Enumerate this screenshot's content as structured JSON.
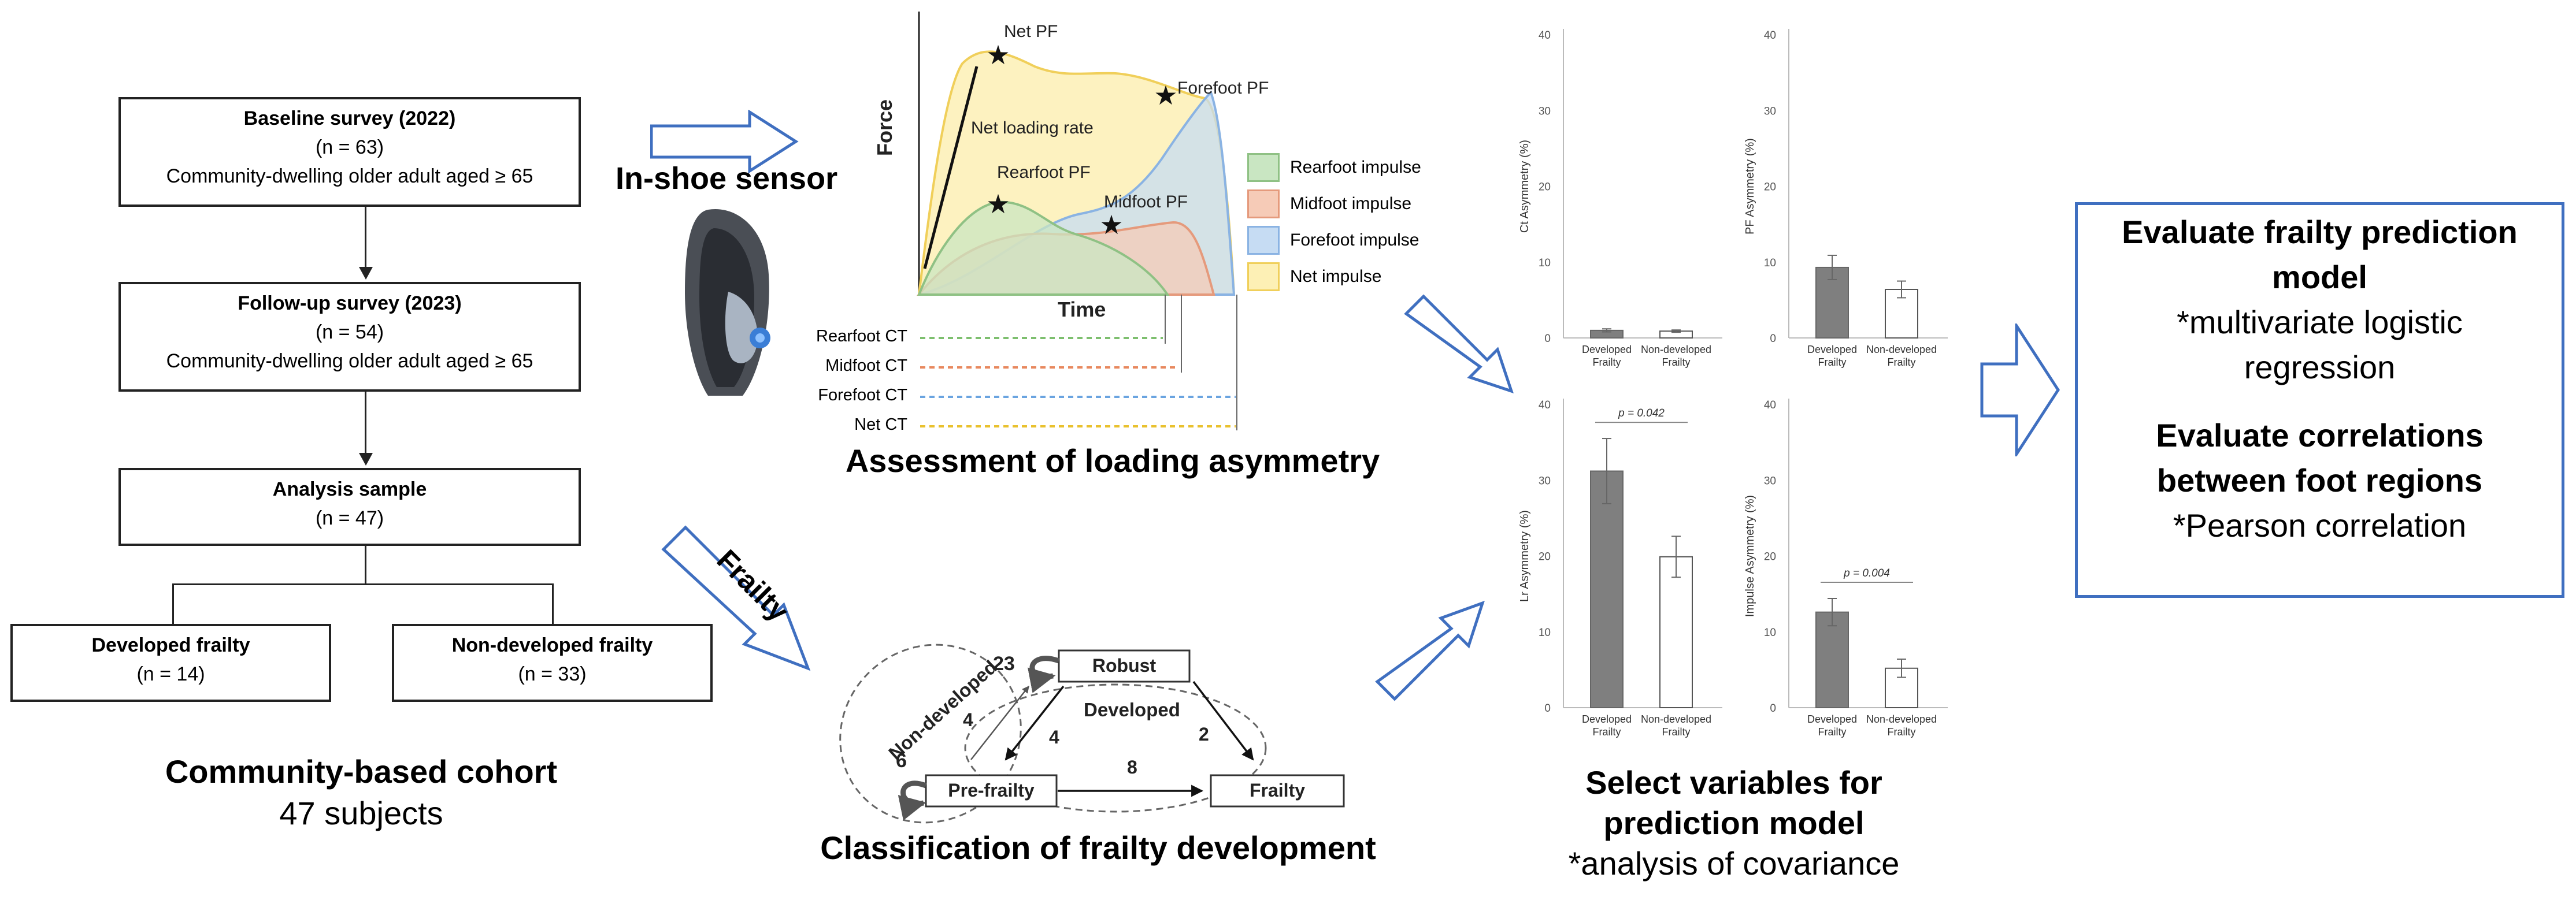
{
  "flow": {
    "baseline": {
      "title": "Baseline survey (2022)",
      "n": "(n = 63)",
      "desc": "Community-dwelling older adult aged ≥ 65"
    },
    "followup": {
      "title": "Follow-up survey (2023)",
      "n": "(n = 54)",
      "desc": "Community-dwelling older adult aged ≥ 65"
    },
    "analysis": {
      "title": "Analysis sample",
      "n": "(n = 47)"
    },
    "developed": {
      "title": "Developed frailty",
      "n": "(n = 14)"
    },
    "nondeveloped": {
      "title": "Non-developed frailty",
      "n": "(n = 33)"
    },
    "caption_title": "Community-based cohort",
    "caption_sub": "47 subjects"
  },
  "sensor": {
    "label": "In-shoe sensor"
  },
  "frailty_arrow_label": "Frailty",
  "force_plot": {
    "ylabel": "Force",
    "xlabel": "Time",
    "peaks": {
      "net": "Net PF",
      "forefoot": "Forefoot PF",
      "rearfoot": "Rearfoot PF",
      "midfoot": "Midfoot PF"
    },
    "loading_rate": "Net loading rate",
    "legend": [
      "Rearfoot impulse",
      "Midfoot impulse",
      "Forefoot impulse",
      "Net impulse"
    ],
    "legend_colors": [
      "#c9e6c2",
      "#f6cbb7",
      "#c6dcf3",
      "#fdf0b5"
    ],
    "legend_edges": [
      "#8fc184",
      "#e59a7c",
      "#8ab3e3",
      "#f0cf5a"
    ],
    "ct_labels": [
      "Rearfoot CT",
      "Midfoot CT",
      "Forefoot CT",
      "Net CT"
    ],
    "ct_colors": [
      "#7dbf6e",
      "#e8885e",
      "#6aa4e0",
      "#e9c12e"
    ],
    "caption": "Assessment of loading asymmetry"
  },
  "transition": {
    "states": {
      "robust": "Robust",
      "prefrailty": "Pre-frailty",
      "frailty": "Frailty"
    },
    "counts": {
      "robust_self": "23",
      "pre_self": "6",
      "pre_to_robust": "4",
      "robust_to_pre": "4",
      "robust_to_frailty": "2",
      "pre_to_frailty": "8"
    },
    "group_nondeveloped": "Non-developed",
    "group_developed": "Developed",
    "caption": "Classification of frailty development"
  },
  "chart_data": [
    {
      "type": "bar",
      "title": "",
      "ylabel": "Ct Asymmetry (%)",
      "categories": [
        "Developed Frailty",
        "Non-developed Frailty"
      ],
      "values": [
        1.0,
        0.9
      ],
      "errors": [
        0.2,
        0.15
      ],
      "ylim": [
        0,
        40
      ],
      "yticks": [
        0,
        10,
        20,
        30,
        40
      ],
      "annotation": ""
    },
    {
      "type": "bar",
      "title": "",
      "ylabel": "PF Asymmetry (%)",
      "categories": [
        "Developed Frailty",
        "Non-developed Frailty"
      ],
      "values": [
        9.3,
        6.4
      ],
      "errors": [
        1.6,
        1.1
      ],
      "ylim": [
        0,
        40
      ],
      "yticks": [
        0,
        10,
        20,
        30,
        40
      ],
      "annotation": ""
    },
    {
      "type": "bar",
      "title": "",
      "ylabel": "Lr Asymmetry (%)",
      "categories": [
        "Developed Frailty",
        "Non-developed Frailty"
      ],
      "values": [
        31.2,
        19.9
      ],
      "errors": [
        4.3,
        2.7
      ],
      "ylim": [
        0,
        40
      ],
      "yticks": [
        0,
        10,
        20,
        30,
        40
      ],
      "annotation": "p = 0.042"
    },
    {
      "type": "bar",
      "title": "",
      "ylabel": "Impulse Asymmetry (%)",
      "categories": [
        "Developed Frailty",
        "Non-developed Frailty"
      ],
      "values": [
        12.6,
        5.2
      ],
      "errors": [
        1.8,
        1.2
      ],
      "ylim": [
        0,
        40
      ],
      "yticks": [
        0,
        10,
        20,
        30,
        40
      ],
      "annotation": "p = 0.004"
    }
  ],
  "select_caption": {
    "title1": "Select variables for",
    "title2": "prediction model",
    "sub": "*analysis of covariance"
  },
  "evaluate": {
    "t1a": "Evaluate frailty prediction",
    "t1b": "model",
    "s1a": "*multivariate logistic",
    "s1b": "regression",
    "t2a": "Evaluate correlations",
    "t2b": "between foot regions",
    "s2": "*Pearson correlation"
  },
  "colors": {
    "accent_blue": "#3f6fc0",
    "bar_dark": "#7f7f7f"
  }
}
